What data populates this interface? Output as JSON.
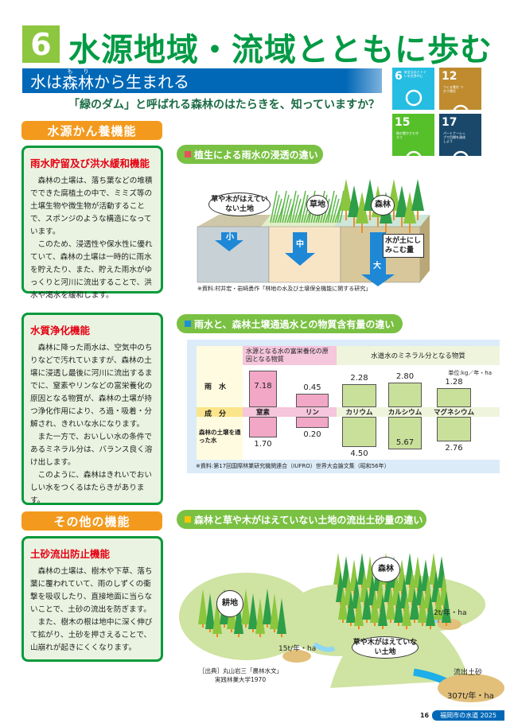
{
  "header": {
    "badge": "6",
    "title": "水源地域・流域とともに歩む",
    "banner_pre": "水は",
    "banner_ruby": "森林",
    "banner_rt": "もり",
    "banner_post": "から生まれる",
    "subtitle": "「緑のダム」と呼ばれる森林のはたらきを、知っていますか？"
  },
  "sdgs": [
    {
      "num": "6",
      "label": "安全な水とトイレを世界中に",
      "color": "#26bde2"
    },
    {
      "num": "12",
      "label": "つくる責任 つかう責任",
      "color": "#bf8b2e"
    },
    {
      "num": "15",
      "label": "陸の豊かさも守ろう",
      "color": "#56c02b"
    },
    {
      "num": "17",
      "label": "パートナーシップで目標を達成しよう",
      "color": "#19486a"
    }
  ],
  "left": {
    "section1": "水源かん養機能",
    "box1": {
      "heading": "雨水貯留及び洪水緩和機能",
      "p1": "森林の土壌は、落ち葉などの堆積でできた腐植土の中で、ミミズ等の土壌生物や微生物が活動することで、スポンジのような構造になっています。",
      "p2": "このため、浸透性や保水性に優れていて、森林の土壌は一時的に雨水を貯えたり、また、貯えた雨水がゆっくりと河川に流出することで、洪水や渇水を緩和します。"
    },
    "box2": {
      "heading": "水質浄化機能",
      "p1": "森林に降った雨水は、空気中のちりなどで汚れていますが、森林の土壌に浸透し最後に河川に流出するまでに、窒素やリンなどの富栄養化の原因となる物質が、森林の土壌が持つ浄化作用により、ろ過・吸着・分解され、きれいな水になります。",
      "p2": "また一方で、おいしい水の条件であるミネラル分は、バランス良く溶け出します。",
      "p3": "このように、森林はきれいでおいしい水をつくるはたらきがあります。"
    },
    "section2": "その他の機能",
    "box3": {
      "heading": "土砂流出防止機能",
      "p1": "森林の土壌は、樹木や下草、落ち葉に覆われていて、雨のしずくの衝撃を吸収したり、直接地面に当らないことで、土砂の流出を防ぎます。",
      "p2": "また、樹木の根は地中に深く伸びて拡がり、土砂を押さえることで、山崩れが起きにくくなります。"
    }
  },
  "fig1": {
    "title": "植生による雨水の浸透の違い",
    "marker_color": "#e8505b",
    "bare": "草や木がはえていない土地",
    "grass": "草地",
    "forest": "森林",
    "small": "小",
    "medium": "中",
    "large": "大",
    "callout": "水が土にしみこむ量",
    "source": "※資料:村井宏・岩崎勇作「林地の水及び土壌保全機能に関する研究」"
  },
  "fig2": {
    "title": "雨水と、森林土壌通過水との物質含有量の違い",
    "marker_color": "#1e90d6",
    "source": "※資料:第17回国際林業研究機関連合（IUFRO）世界大会論文集（昭和56年）"
  },
  "chart_data": {
    "type": "bar",
    "group1": "水源となる水の富栄養化の原因となる物質",
    "group2": "水道水のミネラル分となる物質",
    "unit": "単位:kg／年・ha",
    "row_rain": "雨　水",
    "row_component": "成　分",
    "row_soil": "森林の土壌を通った水",
    "categories": [
      "窒素",
      "リン",
      "カリウム",
      "カルシウム",
      "マグネシウム"
    ],
    "series": [
      {
        "name": "雨　水",
        "values": [
          "7.18",
          "0.45",
          "2.28",
          "2.80",
          "1.28"
        ]
      },
      {
        "name": "森林の土壌を通った水",
        "values": [
          "1.70",
          "0.20",
          "4.50",
          "5.67",
          "2.76"
        ]
      }
    ],
    "colors": {
      "group1": "#f2a7c6",
      "group2": "#c9e09a"
    }
  },
  "fig3": {
    "title": "森林と草や木がはえていない土地の流出土砂量の違い",
    "marker_color": "#f7c600",
    "farm": "耕地",
    "farm_amount": "15t/年・ha",
    "forest": "森林",
    "forest_amount": "2t/年・ha",
    "bare": "草や木がはえていない土地",
    "sediment": "流出土砂",
    "bare_amount": "307t/年・ha",
    "source1": "［出典］丸山岩三「農林水文」",
    "source2": "実践林業大学1970"
  },
  "footer": {
    "page": "16",
    "label": "福岡市の水道 2025"
  }
}
